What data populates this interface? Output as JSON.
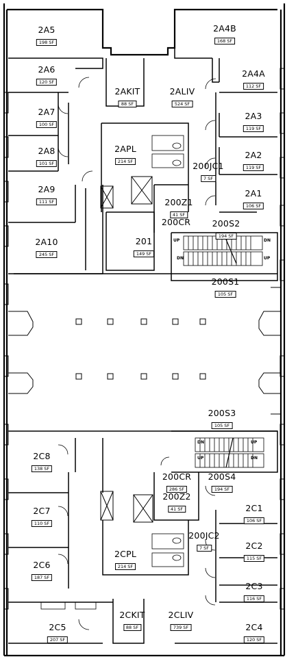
{
  "drawing": {
    "rooms": [
      {
        "id": "2A5",
        "area": "198 SF"
      },
      {
        "id": "2A4B",
        "area": "168 SF"
      },
      {
        "id": "2A6",
        "area": "120 SF"
      },
      {
        "id": "2AKIT",
        "area": "88 SF"
      },
      {
        "id": "2ALIV",
        "area": "524 SF"
      },
      {
        "id": "2A4A",
        "area": "112 SF"
      },
      {
        "id": "2A7",
        "area": "100 SF"
      },
      {
        "id": "2A3",
        "area": "119 SF"
      },
      {
        "id": "2APL",
        "area": "214 SF"
      },
      {
        "id": "2A8",
        "area": "101 SF"
      },
      {
        "id": "200JC1",
        "area": "7 SF"
      },
      {
        "id": "2A2",
        "area": "119 SF"
      },
      {
        "id": "2A9",
        "area": "111 SF"
      },
      {
        "id": "200Z1",
        "area": "41 SF"
      },
      {
        "id": "2A1",
        "area": "106 SF"
      },
      {
        "id": "200CR",
        "area": ""
      },
      {
        "id": "200S2",
        "area": "194 SF"
      },
      {
        "id": "2A10",
        "area": "245 SF"
      },
      {
        "id": "201",
        "area": "149 SF"
      },
      {
        "id": "200S1",
        "area": "105 SF"
      },
      {
        "id": "200S3",
        "area": "105 SF"
      },
      {
        "id": "2C8",
        "area": "138 SF"
      },
      {
        "id": "200CR",
        "area": "286 SF"
      },
      {
        "id": "200S4",
        "area": "194 SF"
      },
      {
        "id": "200Z2",
        "area": "41 SF"
      },
      {
        "id": "2C7",
        "area": "110 SF"
      },
      {
        "id": "2C1",
        "area": "106 SF"
      },
      {
        "id": "200JC2",
        "area": "7 SF"
      },
      {
        "id": "2C6",
        "area": "187 SF"
      },
      {
        "id": "2CPL",
        "area": "214 SF"
      },
      {
        "id": "2C2",
        "area": "115 SF"
      },
      {
        "id": "2C3",
        "area": "116 SF"
      },
      {
        "id": "2CKIT",
        "area": "88 SF"
      },
      {
        "id": "2C5",
        "area": "207 SF"
      },
      {
        "id": "2CLIV",
        "area": "739 SF"
      },
      {
        "id": "2C4",
        "area": "120 SF"
      }
    ],
    "stair_labels": {
      "up": "UP",
      "dn": "DN"
    }
  }
}
